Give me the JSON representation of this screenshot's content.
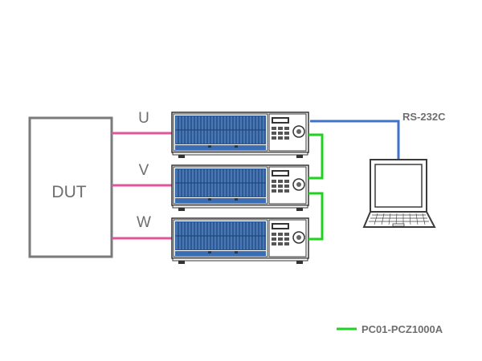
{
  "dut": {
    "label": "DUT"
  },
  "phases": [
    {
      "label": "U"
    },
    {
      "label": "V"
    },
    {
      "label": "W"
    }
  ],
  "connection": {
    "label": "RS-232C"
  },
  "legend": {
    "label": "PC01-PCZ1000A"
  },
  "colors": {
    "phase_line": "#e0559e",
    "serial_line": "#3f73c9",
    "link_line": "#1fd21f",
    "outline": "#7a7a7a",
    "text": "#6e6e6e",
    "panel_blue": "#2a5a9a"
  },
  "icons": [
    "electronic-load-unit",
    "laptop-computer"
  ]
}
